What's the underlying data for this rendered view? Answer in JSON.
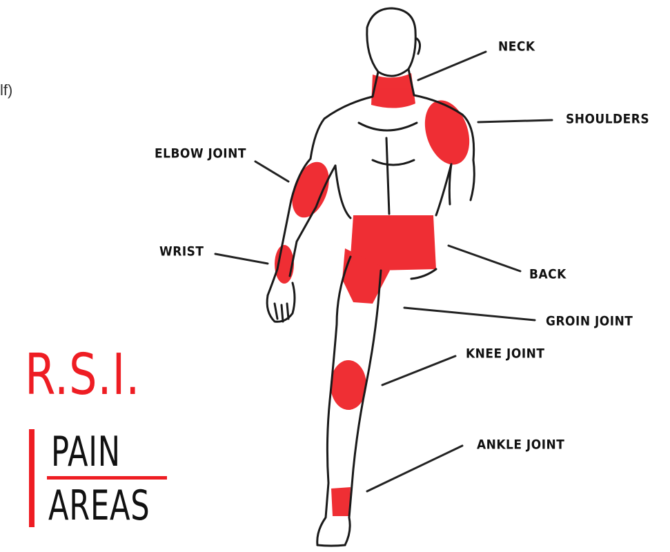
{
  "cropped_text": "lf)",
  "title": "R.S.I.",
  "subtitle_line1": "PAIN",
  "subtitle_line2": "AREAS",
  "labels": {
    "neck": "NECK",
    "shoulders": "SHOULDERS",
    "elbow": "ELBOW JOINT",
    "wrist": "WRIST",
    "back": "BACK",
    "groin": "GROIN JOINT",
    "knee": "KNEE JOINT",
    "ankle": "ANKLE JOINT"
  },
  "colors": {
    "highlight": "#ee1d23",
    "ink": "#1a1a1a"
  }
}
